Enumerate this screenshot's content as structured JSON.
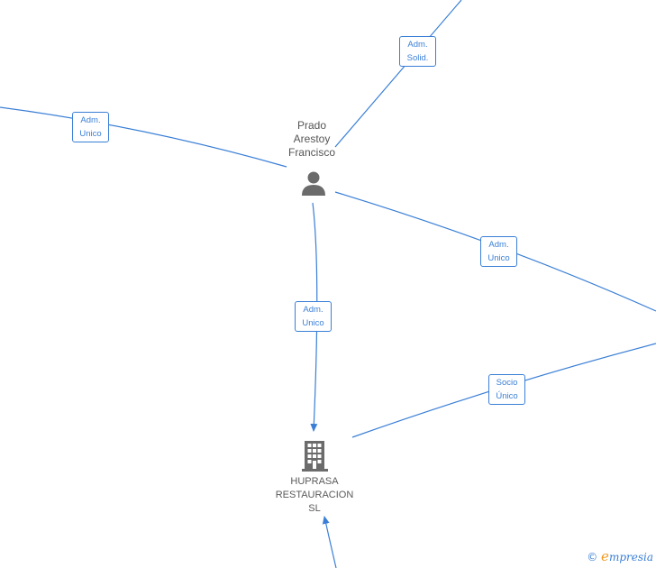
{
  "nodes": {
    "person": {
      "name_lines": [
        "Prado",
        "Arestoy",
        "Francisco"
      ],
      "icon": "person-icon"
    },
    "company": {
      "name_lines": [
        "HUPRASA",
        "RESTAURACION",
        "SL"
      ],
      "icon": "building-icon"
    }
  },
  "edges": {
    "top_right": {
      "line1": "Adm.",
      "line2": "Solid."
    },
    "left": {
      "line1": "Adm.",
      "line2": "Unico"
    },
    "right": {
      "line1": "Adm.",
      "line2": "Unico"
    },
    "person_company": {
      "line1": "Adm.",
      "line2": "Unico"
    },
    "socio": {
      "line1": "Socio",
      "line2": "Único"
    }
  },
  "colors": {
    "edge": "#3a7fd6",
    "node_icon": "#6b6b6b",
    "brand_e": "#f39a1e"
  },
  "watermark": {
    "copyright": "©",
    "logo_letter": "e",
    "brand": "mpresia"
  }
}
